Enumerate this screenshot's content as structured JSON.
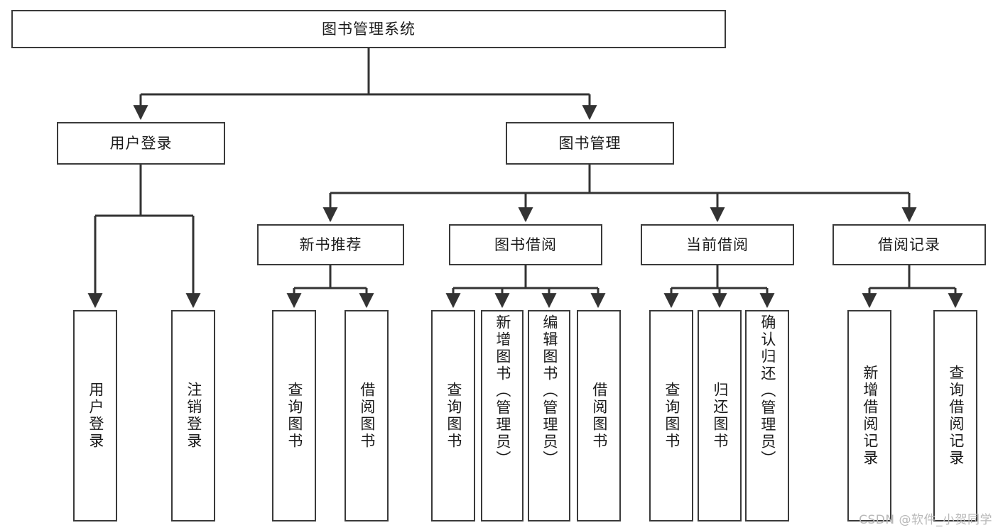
{
  "diagram": {
    "title": "图书管理系统",
    "type": "tree-hierarchy",
    "watermark": "CSDN @软件_小贺同学",
    "colors": {
      "box_border": "#3a3a3a",
      "box_fill": "#ffffff",
      "connector": "#333333",
      "text": "#1a1a1a",
      "watermark": "#b8b8b8"
    },
    "levels": {
      "root": {
        "label": "图书管理系统"
      },
      "level2": [
        {
          "id": "user-login",
          "label": "用户登录"
        },
        {
          "id": "book-manage",
          "label": "图书管理"
        }
      ],
      "level3": [
        {
          "id": "new-book-recommend",
          "label": "新书推荐",
          "parent": "book-manage"
        },
        {
          "id": "book-borrow",
          "label": "图书借阅",
          "parent": "book-manage"
        },
        {
          "id": "current-borrow",
          "label": "当前借阅",
          "parent": "book-manage"
        },
        {
          "id": "borrow-record",
          "label": "借阅记录",
          "parent": "book-manage"
        }
      ],
      "leaves": [
        {
          "id": "leaf-user-login",
          "label": "用户登录",
          "parent": "user-login"
        },
        {
          "id": "leaf-logout-login",
          "label": "注销登录",
          "parent": "user-login"
        },
        {
          "id": "leaf-query-book-1",
          "label": "查询图书",
          "parent": "new-book-recommend"
        },
        {
          "id": "leaf-borrow-book-1",
          "label": "借阅图书",
          "parent": "new-book-recommend"
        },
        {
          "id": "leaf-query-book-2",
          "label": "查询图书",
          "parent": "book-borrow"
        },
        {
          "id": "leaf-add-book",
          "label": "新增图书（管理员）",
          "parent": "book-borrow"
        },
        {
          "id": "leaf-edit-book",
          "label": "编辑图书（管理员）",
          "parent": "book-borrow"
        },
        {
          "id": "leaf-borrow-book-2",
          "label": "借阅图书",
          "parent": "book-borrow"
        },
        {
          "id": "leaf-query-book-3",
          "label": "查询图书",
          "parent": "current-borrow"
        },
        {
          "id": "leaf-return-book",
          "label": "归还图书",
          "parent": "current-borrow"
        },
        {
          "id": "leaf-confirm-return",
          "label": "确认归还（管理员）",
          "parent": "current-borrow"
        },
        {
          "id": "leaf-add-record",
          "label": "新增借阅记录",
          "parent": "borrow-record"
        },
        {
          "id": "leaf-query-record",
          "label": "查询借阅记录",
          "parent": "borrow-record"
        }
      ]
    }
  }
}
